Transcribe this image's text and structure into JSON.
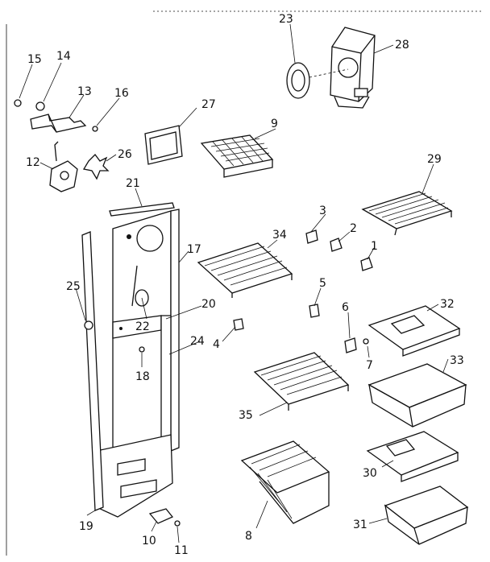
{
  "colors": {
    "ink": "#111111",
    "paper": "#ffffff"
  },
  "parts": {
    "p1": "1",
    "p2": "2",
    "p3": "3",
    "p4": "4",
    "p5": "5",
    "p6": "6",
    "p7": "7",
    "p8": "8",
    "p9": "9",
    "p10": "10",
    "p11": "11",
    "p12": "12",
    "p13": "13",
    "p14": "14",
    "p15": "15",
    "p16": "16",
    "p17": "17",
    "p18": "18",
    "p19": "19",
    "p20": "20",
    "p21": "21",
    "p22": "22",
    "p23": "23",
    "p24": "24",
    "p25": "25",
    "p26": "26",
    "p27": "27",
    "p28": "28",
    "p29": "29",
    "p30": "30",
    "p31": "31",
    "p32": "32",
    "p33": "33",
    "p34": "34",
    "p35": "35"
  }
}
